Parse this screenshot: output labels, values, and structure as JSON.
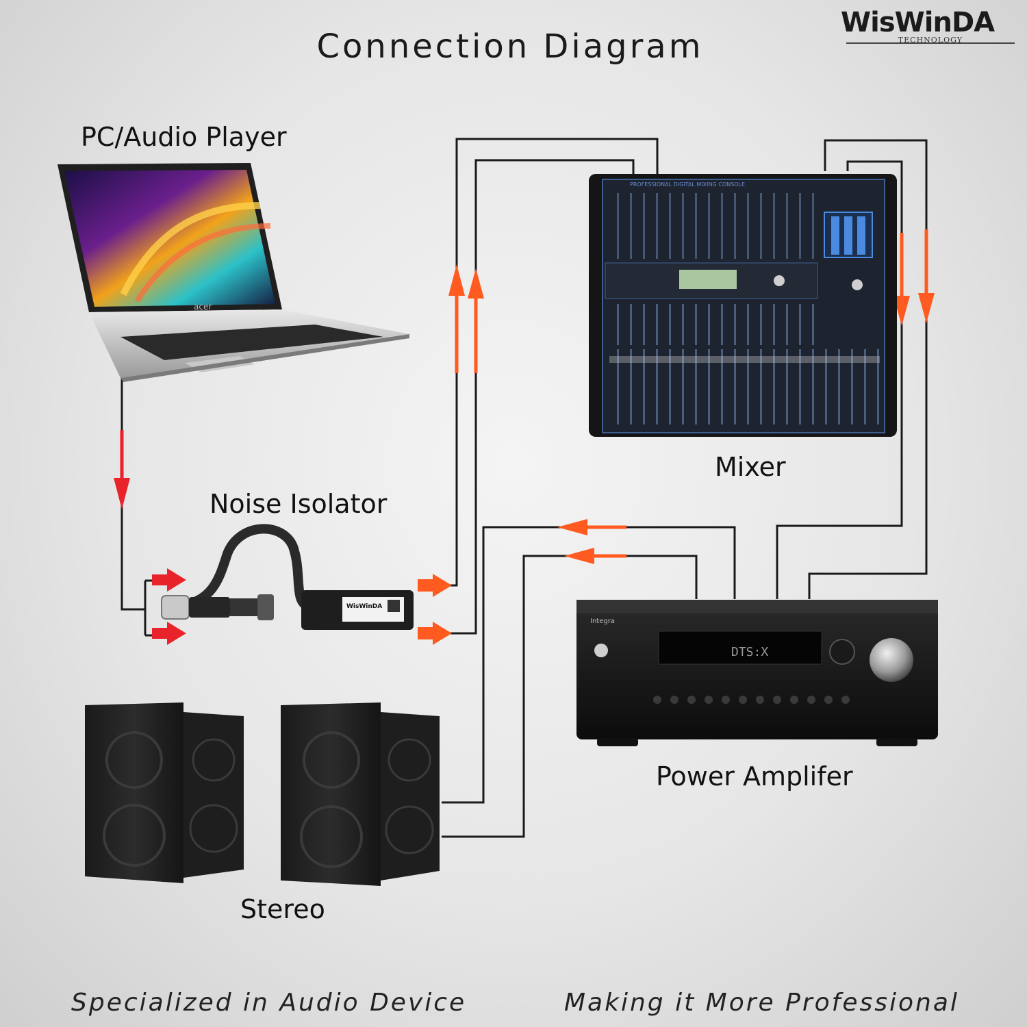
{
  "title": "Connection Diagram",
  "brand": {
    "name": "WisWinDA",
    "subtitle": "TECHNOLOGY"
  },
  "labels": {
    "pc": "PC/Audio Player",
    "isolator": "Noise Isolator",
    "mixer": "Mixer",
    "amplifier": "Power Amplifer",
    "stereo": "Stereo"
  },
  "taglines": {
    "left": "Specialized in Audio Device",
    "right": "Making it More Professional"
  },
  "devices": {
    "laptop_brand": "acer",
    "isolator_brand": "WisWinDA",
    "amplifier_brand": "Integra",
    "amplifier_display": "DTS:X",
    "mixer_header": "PROFESSIONAL DIGITAL MIXING CONSOLE"
  },
  "colors": {
    "signal_arrow": "#ff5a1f",
    "input_arrow": "#e8232a",
    "wire": "#1a1a1a"
  }
}
